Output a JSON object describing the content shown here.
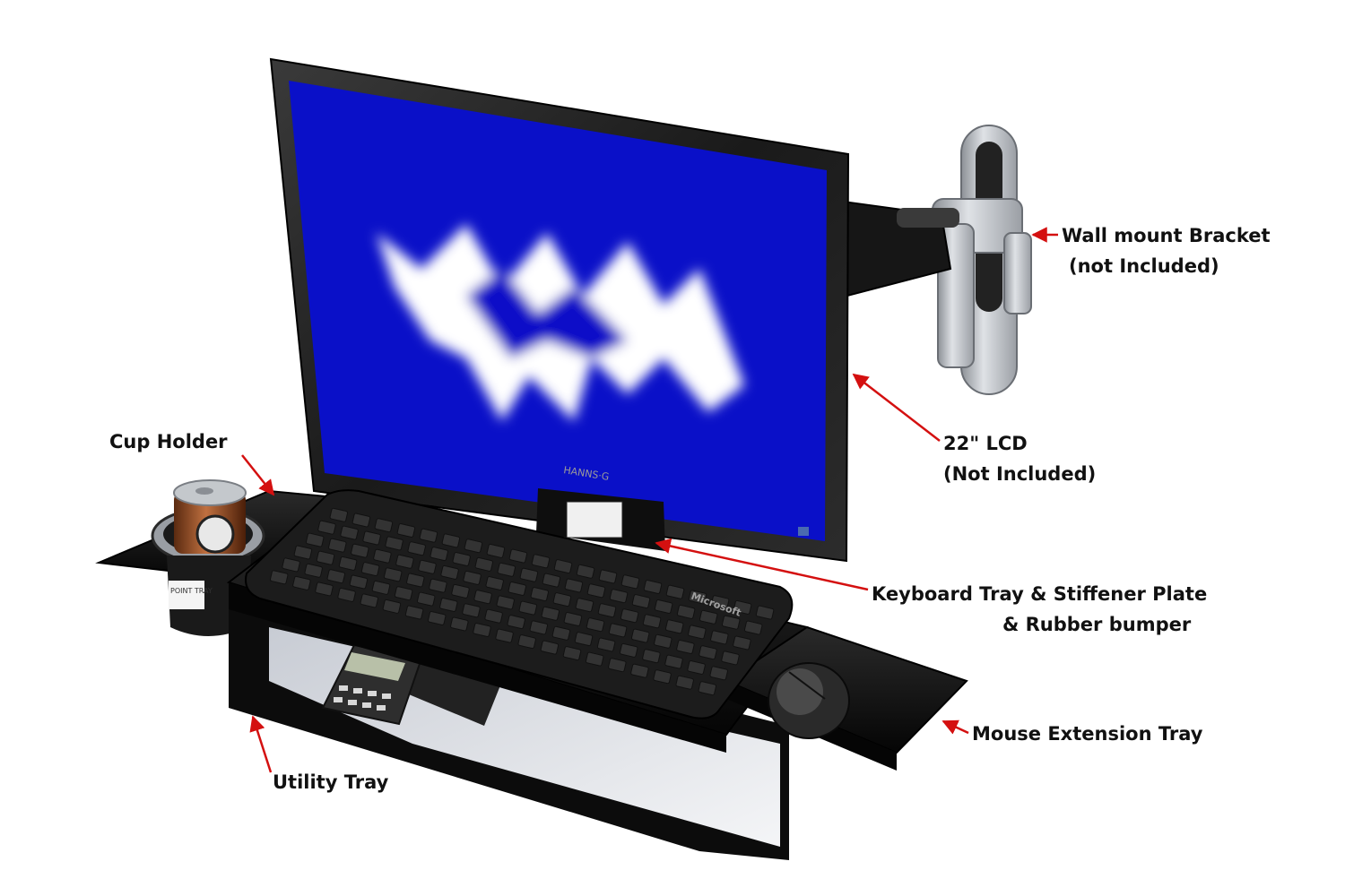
{
  "screen": {
    "brand": "HANNS·G"
  },
  "keyboard": {
    "brand": "Microsoft"
  },
  "cup": {
    "sticker": "POINT TRAY"
  },
  "callouts": {
    "wall_mount": {
      "line1": "Wall mount Bracket",
      "line2": "(not Included)"
    },
    "lcd": {
      "line1": "22\" LCD",
      "line2": "(Not Included)"
    },
    "cup_holder": {
      "line1": "Cup Holder"
    },
    "keyboard_tray": {
      "line1": "Keyboard Tray & Stiffener Plate",
      "line2": "& Rubber bumper"
    },
    "mouse_tray": {
      "line1": "Mouse Extension Tray"
    },
    "utility_tray": {
      "line1": "Utility Tray"
    }
  },
  "colors": {
    "screen_blue": "#0a10c8",
    "arrow_red": "#d41010",
    "tray_black": "#101010",
    "bracket_silver": "#b8bcc2"
  }
}
